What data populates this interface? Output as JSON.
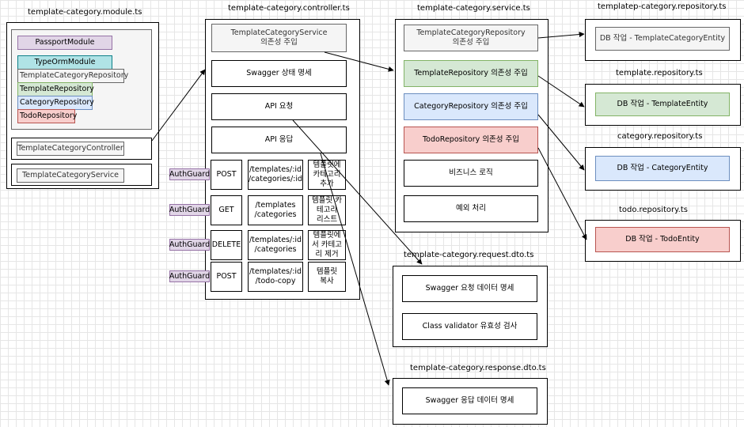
{
  "module": {
    "title": "template-category.module.ts",
    "imports": [
      "PassportModule",
      "TypeOrmModule",
      "TemplateCategoryRepository",
      "TemplateRepository",
      "CategoryRepository",
      "TodoRepository"
    ],
    "controller": "TemplateCategoryController",
    "service": "TemplateCategoryService"
  },
  "controller": {
    "title": "template-category.controller.ts",
    "service_dep": "TemplateCategoryService\n의존성 주입",
    "swagger": "Swagger 상태 명세",
    "api_request": "API 요청",
    "api_response": "API 응답",
    "routes": [
      {
        "guard": "AuthGuard",
        "method": "POST",
        "path": "/templates/:id\n/categories/:id",
        "desc": "템플릿에\n카테고리\n추가"
      },
      {
        "guard": "AuthGuard",
        "method": "GET",
        "path": "/templates\n/categories",
        "desc": "템플릿 카\n테고리\n리스트"
      },
      {
        "guard": "AuthGuard",
        "method": "DELETE",
        "path": "/templates/:id\n/categories",
        "desc": "템플릿에\n서 카테고\n리 제거"
      },
      {
        "guard": "AuthGuard",
        "method": "POST",
        "path": "/templates/:id\n/todo-copy",
        "desc": "템플릿\n복사"
      }
    ]
  },
  "service": {
    "title": "template-category.service.ts",
    "template_category_repo": "TemplateCategoryRepository\n의존성 주입",
    "template_repo": "TemplateRepository 의존성 주입",
    "category_repo": "CategoryRepository 의존성 주입",
    "todo_repo": "TodoRepository 의존성 주입",
    "business_logic": "비즈니스 로직",
    "exception": "예외 처리"
  },
  "request_dto": {
    "title": "template-category.request.dto.ts",
    "swagger": "Swagger 요청 데이터 명세",
    "validator": "Class validator 유효성 검사"
  },
  "response_dto": {
    "title": "template-category.response.dto.ts",
    "swagger": "Swagger 응답 데이터 명세"
  },
  "repositories": [
    {
      "title": "templatep-category.repository.ts",
      "label": "DB 작업 - TemplateCategoryEntity"
    },
    {
      "title": "template.repository.ts",
      "label": "DB 작업 - TemplateEntity"
    },
    {
      "title": "category.repository.ts",
      "label": "DB 작업 - CategoryEntity"
    },
    {
      "title": "todo.repository.ts",
      "label": "DB 작업 - TodoEntity"
    }
  ],
  "colors": {
    "purple": "#e1d5e7",
    "teal": "#b0e3e6",
    "green": "#d5e8d4",
    "blue": "#dae8fc",
    "red": "#f8cecc",
    "grey": "#f5f5f5"
  }
}
